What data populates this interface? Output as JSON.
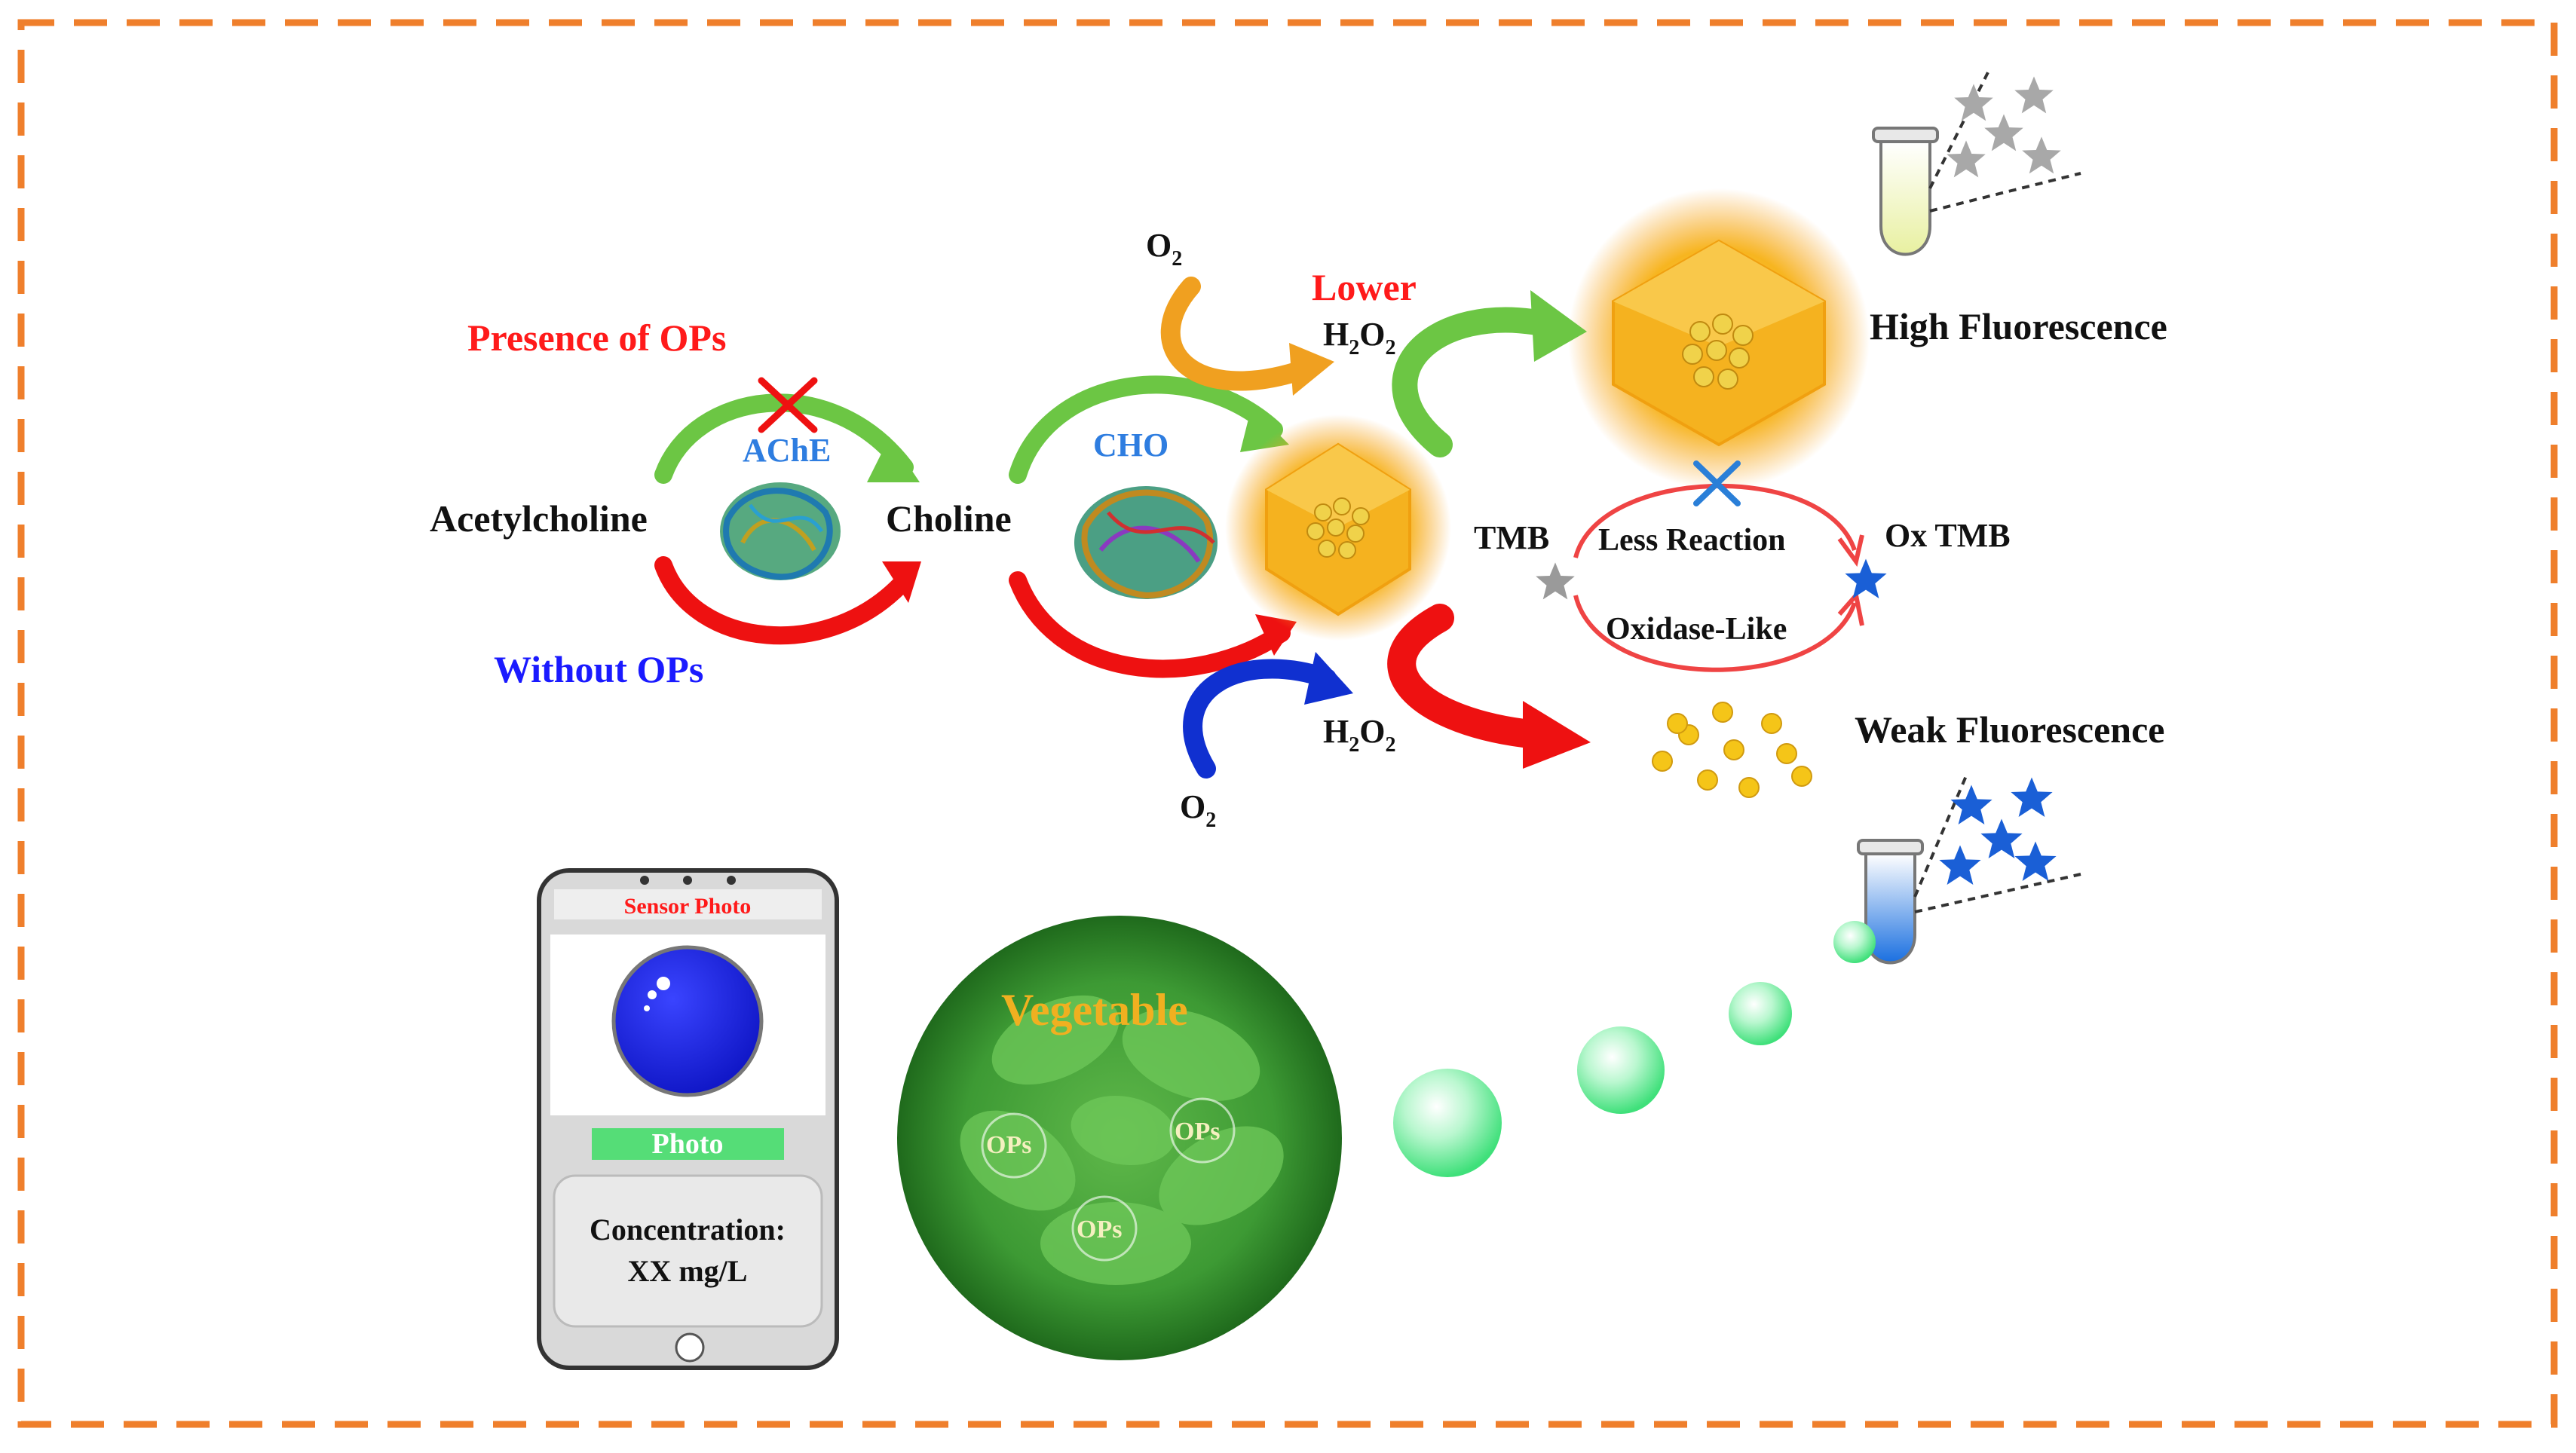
{
  "labels": {
    "presence_ops": "Presence of OPs",
    "without_ops": "Without OPs",
    "ache": "AChE",
    "acetylcholine": "Acetylcholine",
    "choline": "Choline",
    "cho": "CHO",
    "o2_top": "O",
    "o2_top_sub": "2",
    "o2_bottom": "O",
    "o2_bottom_sub": "2",
    "lower": "Lower",
    "h2o2_top_h": "H",
    "h2o2_top_sub1": "2",
    "h2o2_top_o": "O",
    "h2o2_top_sub2": "2",
    "h2o2_bottom_h": "H",
    "h2o2_bottom_sub1": "2",
    "h2o2_bottom_o": "O",
    "h2o2_bottom_sub2": "2",
    "high_fluorescence": "High Fluorescence",
    "weak_fluorescence": "Weak Fluorescence",
    "tmb": "TMB",
    "ox_tmb": "Ox TMB",
    "less_reaction": "Less Reaction",
    "oxidase_like": "Oxidase-Like",
    "vegetable": "Vegetable",
    "ops_1": "OPs",
    "ops_2": "OPs",
    "ops_3": "OPs"
  },
  "phone": {
    "header": "Sensor Photo",
    "button": "Photo",
    "concentration_label": "Concentration:",
    "concentration_value": "XX mg/L"
  },
  "colors": {
    "frame": "#ef7f2c",
    "red_text": "#ff1a1a",
    "blue_text": "#1a1aff",
    "enzyme_blue": "#2e7de0",
    "green_arrow": "#6cc644",
    "red_arrow": "#ee1111",
    "orange_arrow": "#f0a020",
    "blue_arrow": "#1030d0",
    "nanoparticle": "#f5b21f",
    "star_gray": "#9a9a9a",
    "star_blue": "#1a5fd6",
    "phone_blue_circle": "#1a22ee",
    "phone_button": "#55dd77"
  }
}
